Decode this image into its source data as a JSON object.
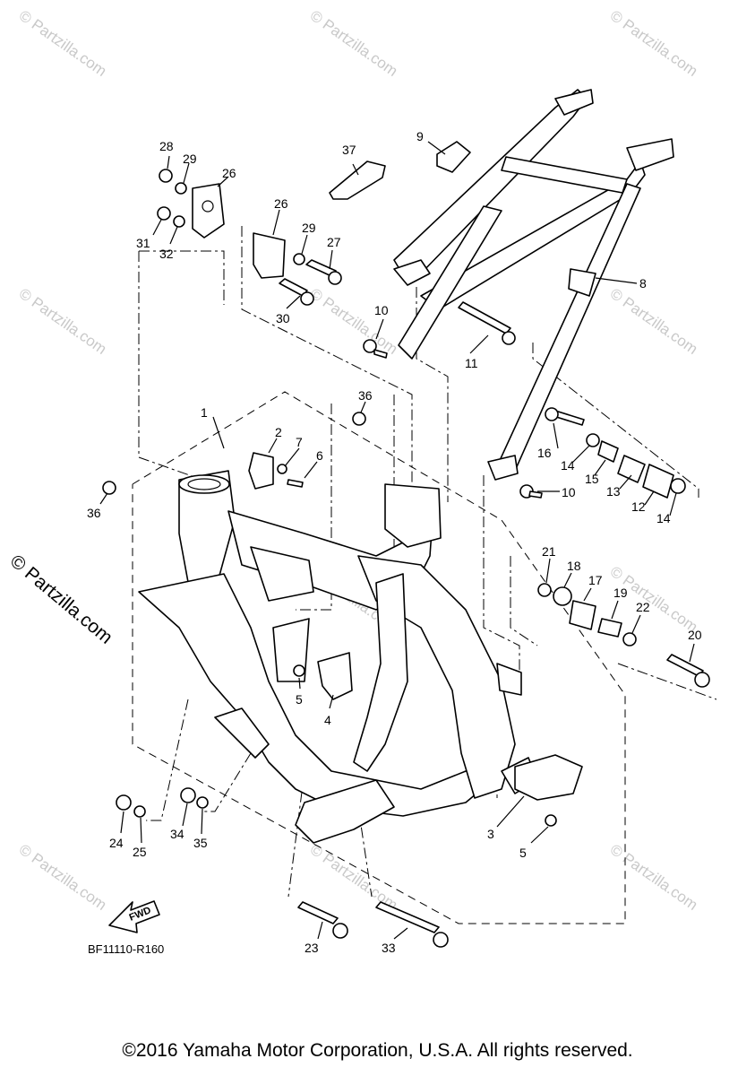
{
  "watermark": "© Partzilla.com",
  "side_watermark": "© Partzilla.com",
  "diagram_code": "BF11110-R160",
  "fwd_label": "FWD",
  "copyright": "©2016 Yamaha Motor Corporation, U.S.A. All rights reserved.",
  "callouts": {
    "c1": "1",
    "c2": "2",
    "c3": "3",
    "c4": "4",
    "c5a": "5",
    "c5b": "5",
    "c6": "6",
    "c7": "7",
    "c8": "8",
    "c9": "9",
    "c10a": "10",
    "c10b": "10",
    "c11": "11",
    "c12": "12",
    "c13": "13",
    "c14a": "14",
    "c14b": "14",
    "c15": "15",
    "c16": "16",
    "c17": "17",
    "c18": "18",
    "c19": "19",
    "c20": "20",
    "c21": "21",
    "c22": "22",
    "c23": "23",
    "c24": "24",
    "c25": "25",
    "c26a": "26",
    "c26b": "26",
    "c27": "27",
    "c28": "28",
    "c29a": "29",
    "c29b": "29",
    "c30": "30",
    "c31": "31",
    "c32": "32",
    "c33": "33",
    "c34": "34",
    "c35": "35",
    "c36a": "36",
    "c36b": "36",
    "c37": "37"
  }
}
